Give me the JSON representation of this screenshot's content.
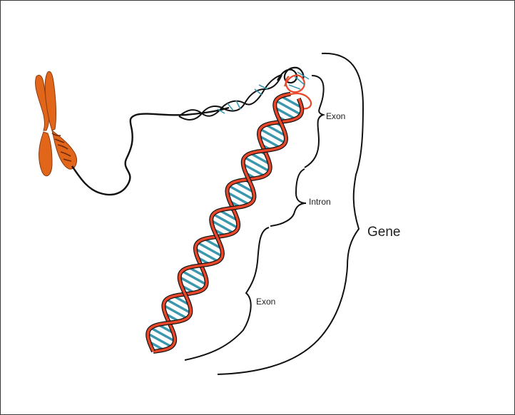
{
  "labels": {
    "exon_top": "Exon",
    "intron": "Intron",
    "exon_bottom": "Exon",
    "gene": "Gene"
  },
  "colors": {
    "chromosome": "#e2661a",
    "chromosome_band": "#8a3b12",
    "backbone": "#e8472a",
    "base_pair": "#3a97ad",
    "outline": "#111111"
  }
}
